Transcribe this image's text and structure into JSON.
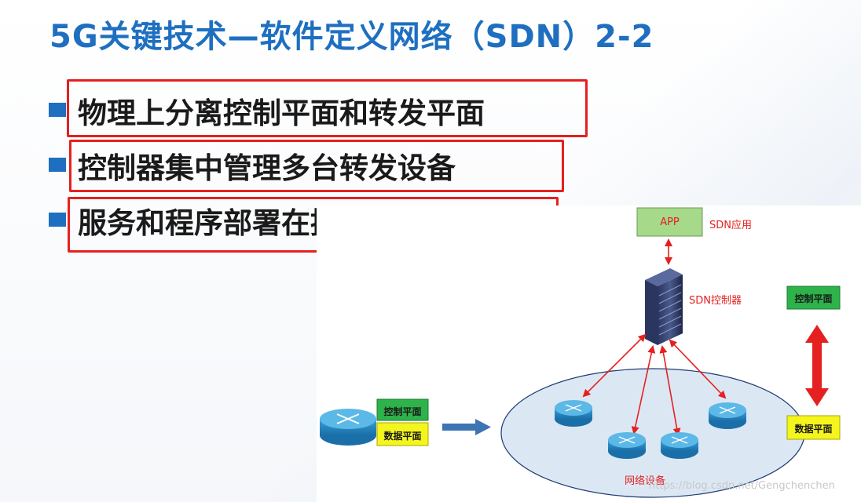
{
  "slide": {
    "title": "5G关键技术—软件定义网络（SDN）2-2",
    "bullets": [
      "物理上分离控制平面和转发平面",
      "控制器集中管理多台转发设备",
      "服务和程序部署在控制器上"
    ]
  },
  "diagram": {
    "app_label": "APP",
    "sdn_app_label": "SDN应用",
    "controller_label": "SDN控制器",
    "control_plane": "控制平面",
    "data_plane": "数据平面",
    "network_devices_label": "网络设备",
    "left_control_plane": "控制平面",
    "left_data_plane": "数据平面"
  },
  "watermark": "https://blog.csdn.net/Gengchenchen",
  "colors": {
    "title": "#1e6fc0",
    "highlight_box": "#e52020",
    "arrow": "#e52020",
    "control_plane_bg": "#2db34a",
    "data_plane_bg": "#f5f51e",
    "app_bg": "#a6d98a",
    "ellipse": "#dbe8f4"
  }
}
